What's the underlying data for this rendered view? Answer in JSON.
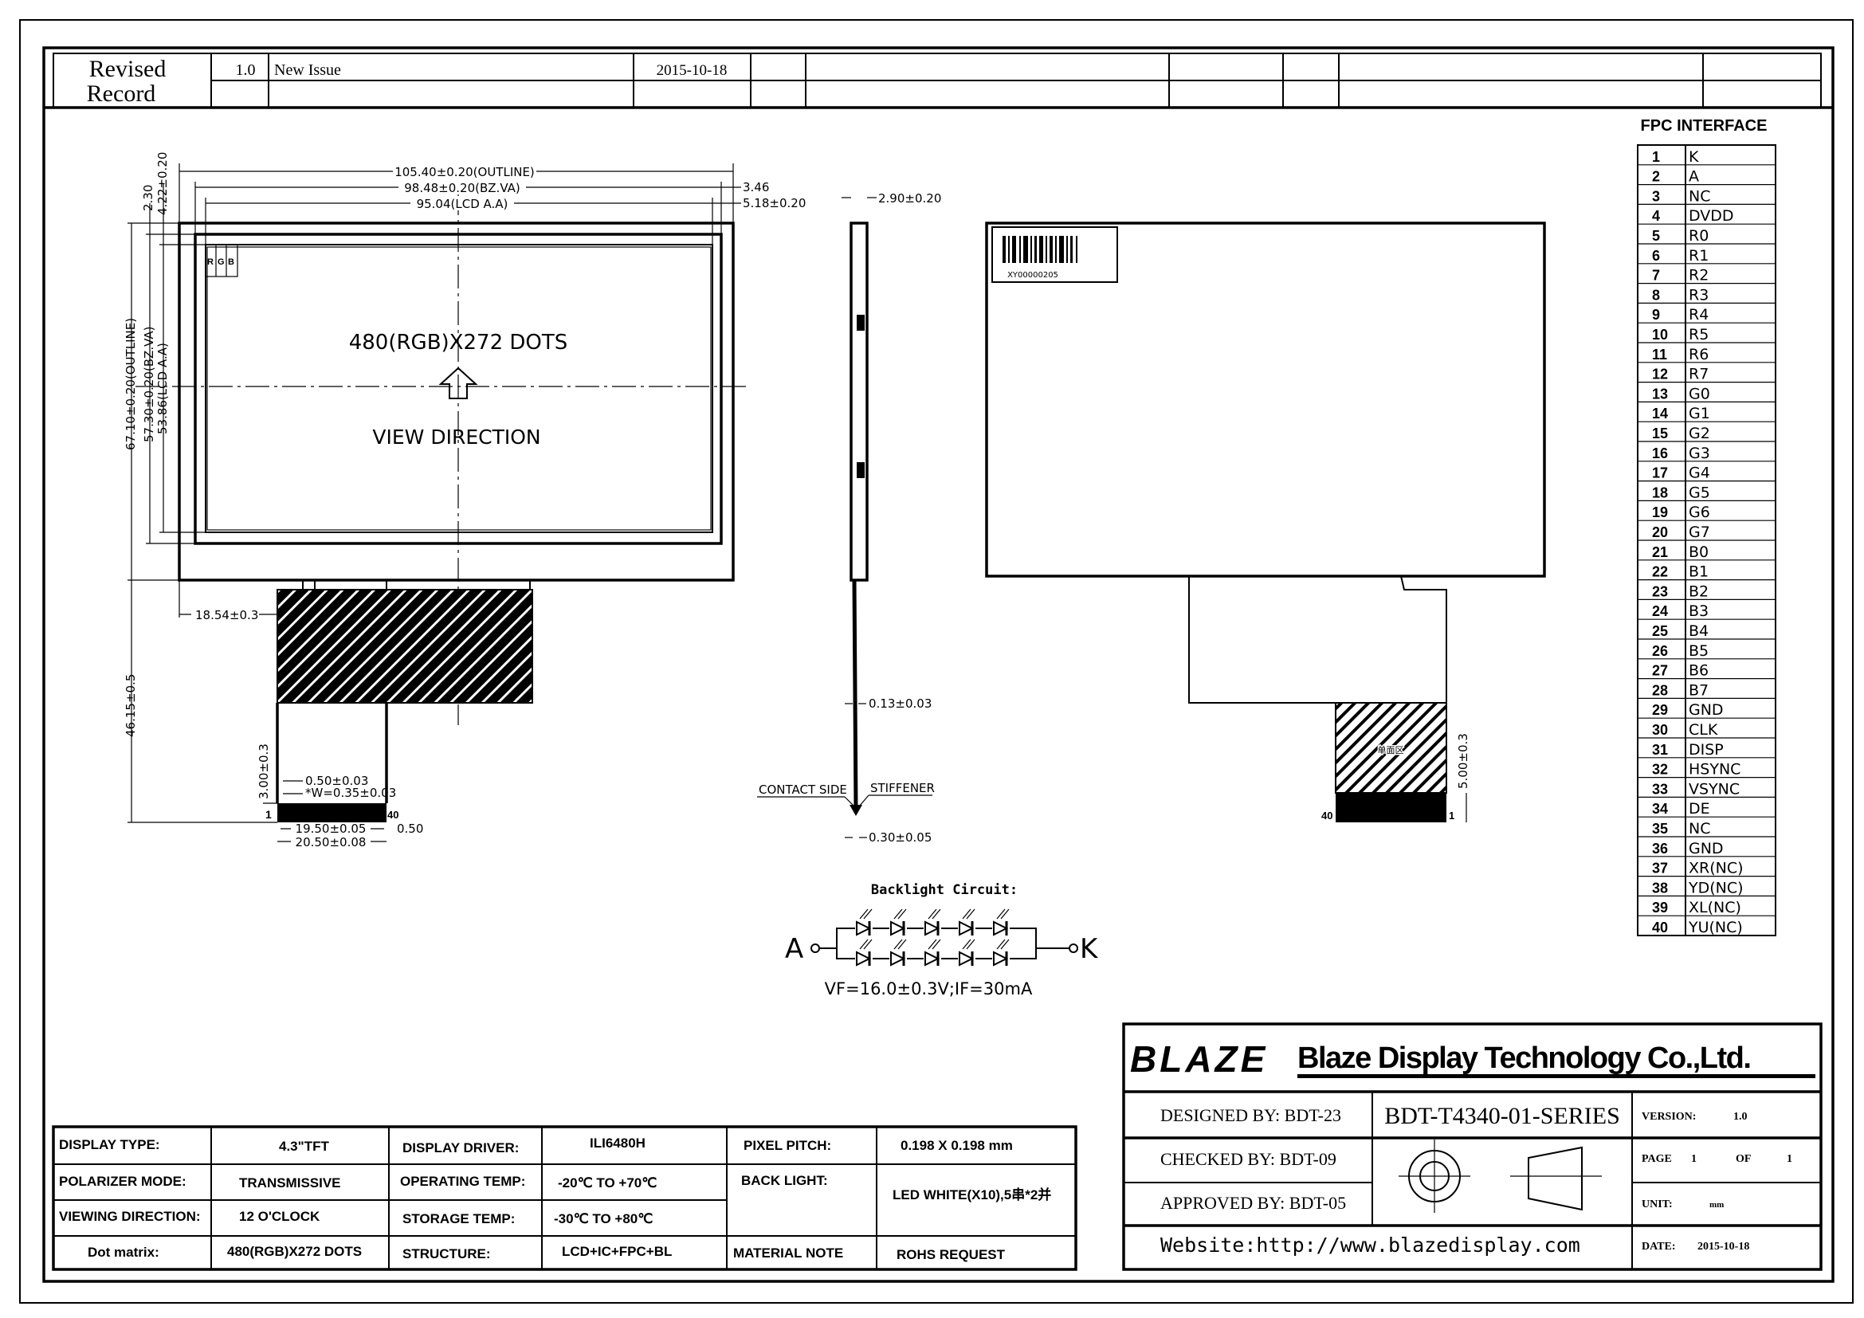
{
  "revision": {
    "title_line1": "Revised",
    "title_line2": "Record",
    "rows": [
      {
        "version": "1.0",
        "description": "New Issue",
        "date": "2015-10-18"
      }
    ]
  },
  "front_view": {
    "dots_label": "480(RGB)X272 DOTS",
    "view_label": "VIEW DIRECTION",
    "rgb": [
      "R",
      "G",
      "B"
    ],
    "dims": {
      "outline_w": "105.40±0.20(OUTLINE)",
      "bz_w": "98.48±0.20(BZ.VA)",
      "aa_w": "95.04(LCD A.A)",
      "right_bz": "3.46",
      "right_aa": "5.18±0.20",
      "top_bz": "2.30",
      "top_aa": "4.22±0.20",
      "outline_h": "67.10±0.20(OUTLINE)",
      "bz_h": "57.30±0.20(BZ.VA)",
      "aa_h": "53.86(LCD A.A)",
      "fpc_offset": "18.54±0.3",
      "total_h": "46.15±0.5",
      "stiff_h": "3.00±0.3",
      "pitch": "0.50±0.03",
      "pin_w": "*W=0.35±0.03",
      "pins_w": "19.50±0.05",
      "fpc_w": "20.50±0.08",
      "edge": "0.50",
      "pin_first": "1",
      "pin_last": "40"
    }
  },
  "side_view": {
    "thickness": "2.90±0.20",
    "fpc_thickness": "0.13±0.03",
    "contact_side": "CONTACT SIDE",
    "stiffener": "STIFFENER",
    "stiffener_thickness": "0.30±0.05"
  },
  "back_view": {
    "barcode_text": "XY00000205",
    "single_side_label": "单面区",
    "stiff_h": "5.00±0.3",
    "pin_first": "1",
    "pin_last": "40"
  },
  "backlight": {
    "title": "Backlight Circuit:",
    "anode": "A",
    "cathode": "K",
    "spec": "VF=16.0±0.3V;IF=30mA",
    "leds_per_string": 5,
    "strings": 2
  },
  "fpc_interface": {
    "title": "FPC INTERFACE",
    "pins": [
      "K",
      "A",
      "NC",
      "DVDD",
      "R0",
      "R1",
      "R2",
      "R3",
      "R4",
      "R5",
      "R6",
      "R7",
      "G0",
      "G1",
      "G2",
      "G3",
      "G4",
      "G5",
      "G6",
      "G7",
      "B0",
      "B1",
      "B2",
      "B3",
      "B4",
      "B5",
      "B6",
      "B7",
      "GND",
      "CLK",
      "DISP",
      "HSYNC",
      "VSYNC",
      "DE",
      "NC",
      "GND",
      "XR(NC)",
      "YD(NC)",
      "XL(NC)",
      "YU(NC)"
    ]
  },
  "specs": {
    "display_type_label": "DISPLAY TYPE:",
    "display_type": "4.3\"TFT",
    "driver_label": "DISPLAY DRIVER:",
    "driver": "ILI6480H",
    "pitch_label": "PIXEL PITCH:",
    "pitch": "0.198 X 0.198 mm",
    "polarizer_label": "POLARIZER MODE:",
    "polarizer": "TRANSMISSIVE",
    "op_temp_label": "OPERATING TEMP:",
    "op_temp": "-20℃ TO +70℃",
    "backlight_label": "BACK LIGHT:",
    "backlight": "LED WHITE(X10),5串*2并",
    "viewing_label": "VIEWING DIRECTION:",
    "viewing": "12 O'CLOCK",
    "storage_label": "STORAGE TEMP:",
    "storage": "-30℃ TO +80℃",
    "dot_label": "Dot matrix:",
    "dot": "480(RGB)X272 DOTS",
    "structure_label": "STRUCTURE:",
    "structure": "LCD+IC+FPC+BL",
    "material_label": "MATERIAL NOTE",
    "material": "ROHS REQUEST"
  },
  "title_block": {
    "logo": "BLAZE",
    "company": "Blaze Display Technology Co.,Ltd.",
    "designed": "DESIGNED BY: BDT-23",
    "checked": "CHECKED BY:  BDT-09",
    "approved": "APPROVED BY: BDT-05",
    "part_no": "BDT-T4340-01-SERIES",
    "version_label": "VERSION:",
    "version": "1.0",
    "page_label": "PAGE",
    "page": "1",
    "of_label": "OF",
    "pages": "1",
    "unit_label": "UNIT:",
    "unit": "mm",
    "website": "Website:http://www.blazedisplay.com",
    "date_label": "DATE:",
    "date": "2015-10-18"
  }
}
